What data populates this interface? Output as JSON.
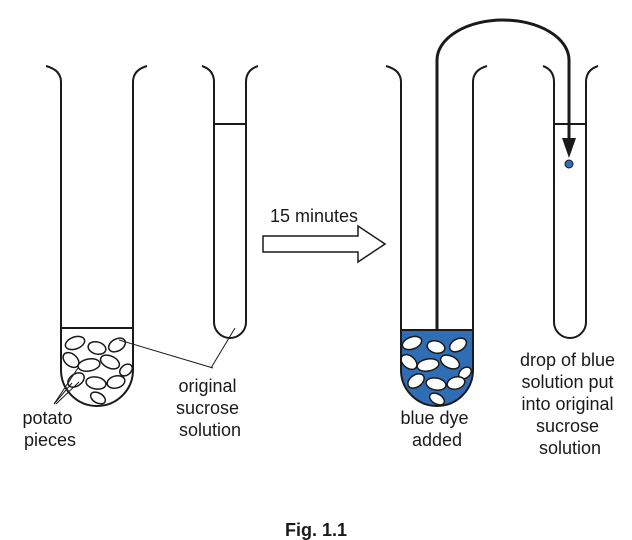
{
  "labels": {
    "potato_pieces": [
      "potato",
      "pieces"
    ],
    "original_sucrose": [
      "original",
      "sucrose",
      "solution"
    ],
    "time_arrow": "15 minutes",
    "blue_dye": [
      "blue dye",
      "added"
    ],
    "drop": [
      "drop of blue",
      "solution put",
      "into original",
      "sucrose",
      "solution"
    ],
    "caption": "Fig. 1.1"
  },
  "colors": {
    "dye": "#2f6db5",
    "line": "#1a1a1a",
    "background": "#ffffff"
  }
}
